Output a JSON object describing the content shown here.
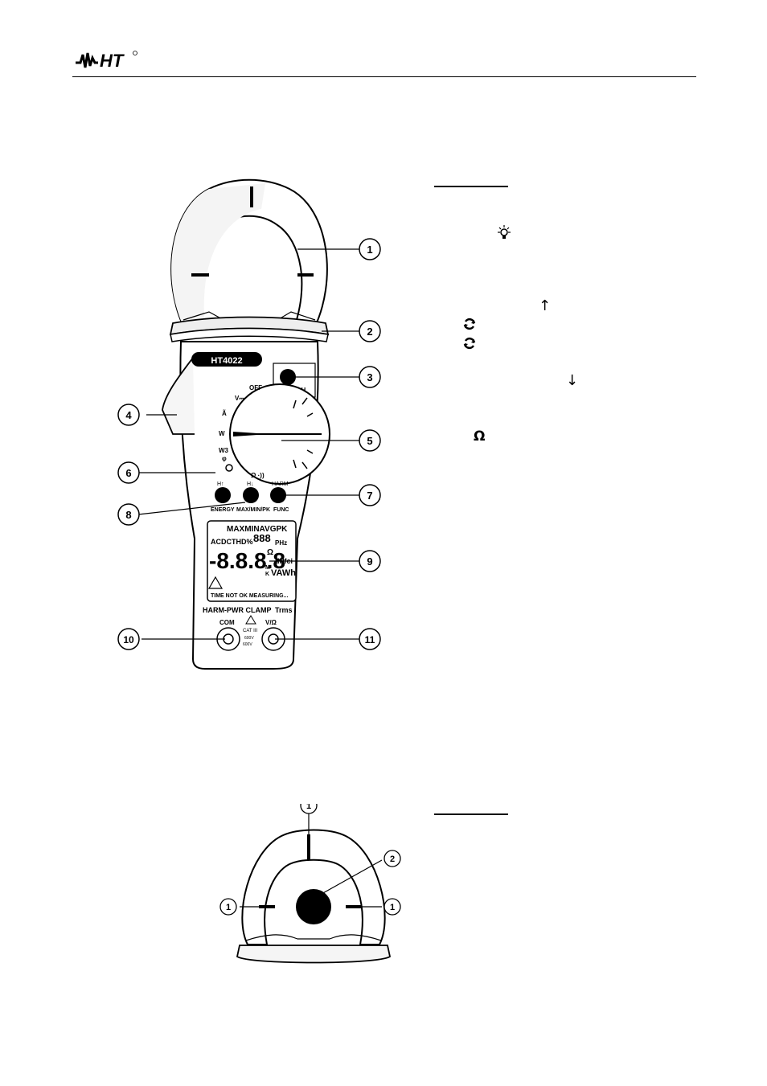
{
  "header": {
    "logo_text": "HT"
  },
  "figure1": {
    "brand_model": "HT4022",
    "button_light": "D-H",
    "dial": {
      "off": "OFF",
      "v": "V⎓",
      "a": "Ã",
      "w": "W",
      "w3": "W3",
      "phi": "φ",
      "ohm": "Ω ·))"
    },
    "buttons": {
      "left_top": "H↑",
      "left_bottom": "ENERGY",
      "mid_top": "H↓",
      "mid_bottom": "MAX/MIN/PK",
      "right_top": "HARM",
      "right_bottom": "FUNC"
    },
    "lcd": {
      "row1": "MAXMINAVGPK",
      "row2_left": "ACDCTHD%",
      "row2_digits": "888",
      "row2_unit": "PHz",
      "main_digits": "-8.8.8.8",
      "unit_ohm": "Ω",
      "unit_dpf": "dPfci",
      "unit_vaw": "VAWh",
      "unit_mk_m": "M",
      "unit_mk_k": "K",
      "row_bottom": "TIME NOT OK MEASURING..."
    },
    "product_line": "HARM-PWR CLAMP",
    "trms": "Trms",
    "term_com": "COM",
    "term_v": "V/Ω",
    "cat": "CAT III",
    "volt1": "600V",
    "volt2": "600V",
    "callouts": [
      "1",
      "2",
      "3",
      "4",
      "5",
      "6",
      "7",
      "8",
      "9",
      "10",
      "11"
    ]
  },
  "figure2": {
    "callouts": [
      "1",
      "2",
      "1",
      "1"
    ]
  },
  "symbols": {
    "arrow_up": "↑",
    "arrow_down": "↓",
    "ohm": "Ω"
  }
}
